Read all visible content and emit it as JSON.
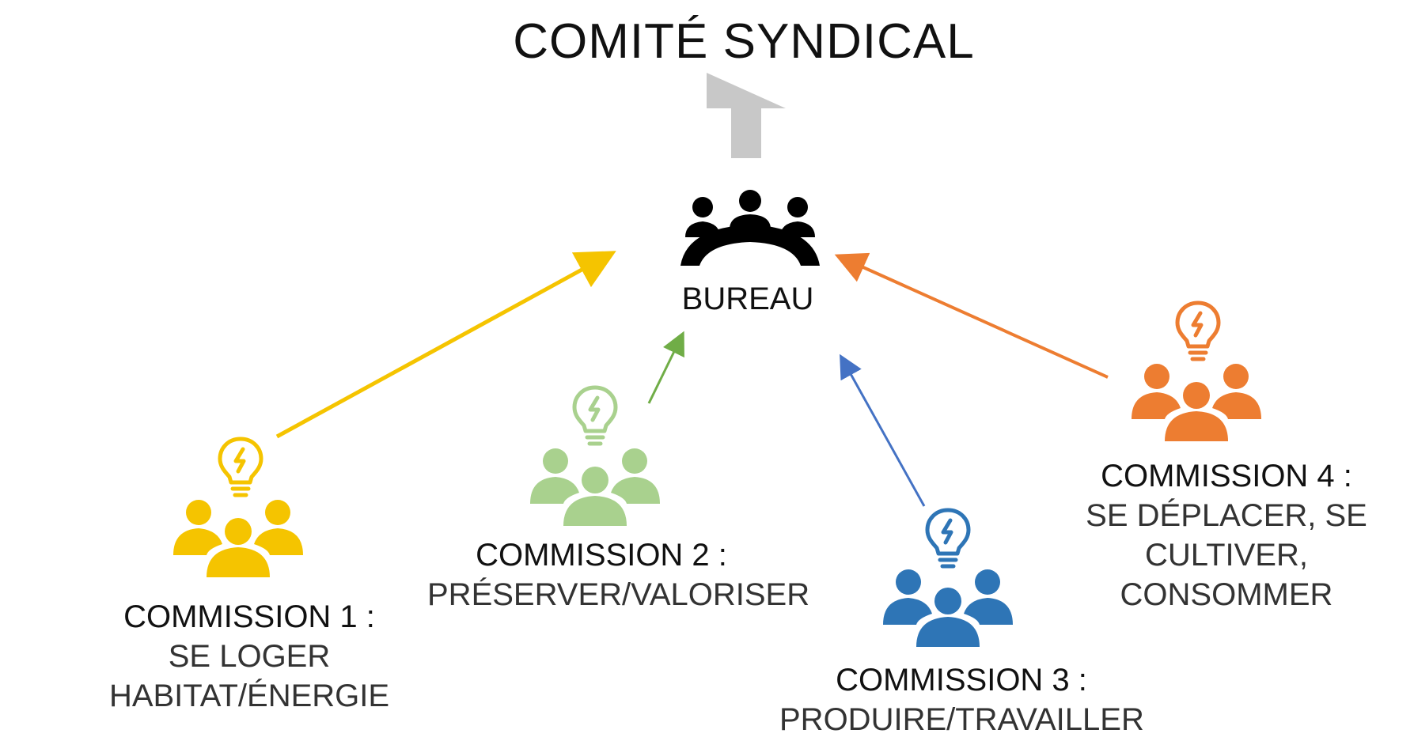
{
  "title": "COMITÉ SYNDICAL",
  "bureau": {
    "label": "BUREAU",
    "icon": "meeting-table-icon"
  },
  "commissions": [
    {
      "title": "COMMISSION 1 :",
      "lines": [
        "SE LOGER",
        "HABITAT/ÉNERGIE"
      ],
      "color": "#F5C400"
    },
    {
      "title": "COMMISSION 2 :",
      "lines": [
        "PRÉSERVER/VALORISER"
      ],
      "color": "#A9D18E"
    },
    {
      "title": "COMMISSION 3 :",
      "lines": [
        "PRODUIRE/TRAVAILLER"
      ],
      "color": "#2E75B6"
    },
    {
      "title": "COMMISSION 4 :",
      "lines": [
        "SE DÉPLACER, SE",
        "CULTIVER,",
        "CONSOMMER"
      ],
      "color": "#ED7D31"
    }
  ],
  "colors": {
    "up_arrow": "#C8C8C8",
    "arrow1": "#F5C400",
    "arrow2": "#70AD47",
    "arrow3": "#4472C4",
    "arrow4": "#ED7D31"
  }
}
